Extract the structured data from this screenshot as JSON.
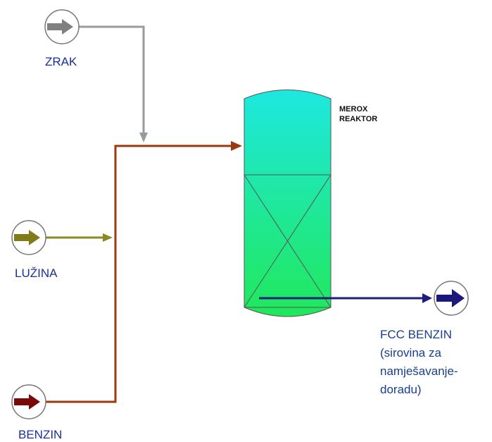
{
  "inputs": {
    "air": {
      "label": "ZRAK",
      "color": "#808080"
    },
    "caustic": {
      "label": "LUŽINA",
      "color": "#807a1a"
    },
    "gasoline": {
      "label": "BENZIN",
      "color": "#7a0a0a"
    }
  },
  "reactor": {
    "label_line1": "MEROX",
    "label_line2": "REAKTOR",
    "color_top": "#1ee8e0",
    "color_bottom": "#20e85a"
  },
  "output": {
    "line1": "FCC BENZIN",
    "line2": "(sirovina za",
    "line3": "namješavanje-",
    "line4": "doradu)",
    "color": "#1a1a7a"
  },
  "main_line_color": "#9a3a10",
  "label_color": "#1a2f9a"
}
